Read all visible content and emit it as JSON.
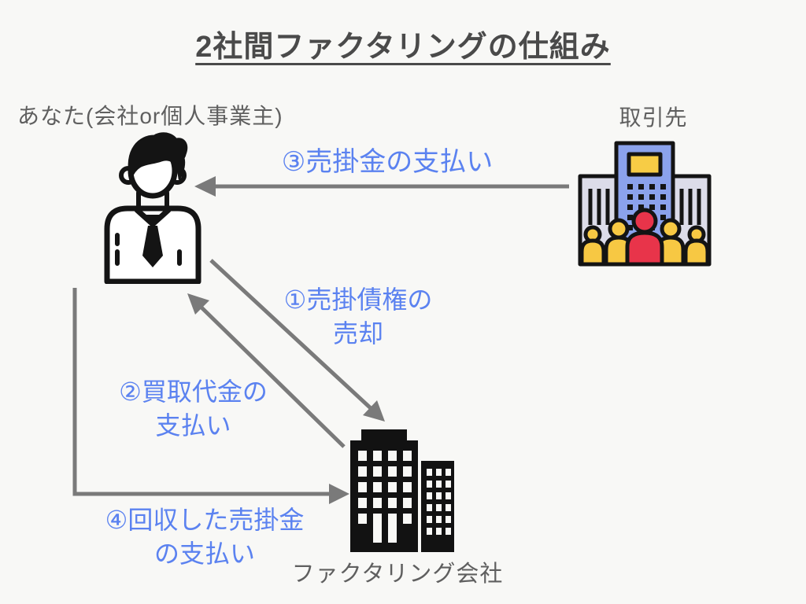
{
  "title": "2社間ファクタリングの仕組み",
  "actors": {
    "you": "あなた(会社or個人事業主)",
    "client": "取引先",
    "factoring_company": "ファクタリング会社"
  },
  "flows": {
    "f1": {
      "line1": "①売掛債権の",
      "line2": "売却",
      "from": "you",
      "to": "factoring_company"
    },
    "f2": {
      "line1": "②買取代金の",
      "line2": "支払い",
      "from": "factoring_company",
      "to": "you"
    },
    "f3": {
      "line1": "③売掛金の支払い",
      "from": "client",
      "to": "you"
    },
    "f4": {
      "line1": "④回収した売掛金",
      "line2": "の支払い",
      "from": "you",
      "to": "factoring_company"
    }
  },
  "colors": {
    "background": "#f8f8f6",
    "title_text": "#4a4a4a",
    "actor_text": "#5f5f5f",
    "flow_label_blue": "#5b82f0",
    "arrow_gray": "#7a7a7a",
    "client_tower_blue": "#8ba2ec",
    "client_wing_lavender": "#dcdce9",
    "client_sign_yellow": "#f7cc45",
    "people_yellow": "#f7c843",
    "people_red": "#e8344a",
    "factoring_building_black": "#121212"
  }
}
